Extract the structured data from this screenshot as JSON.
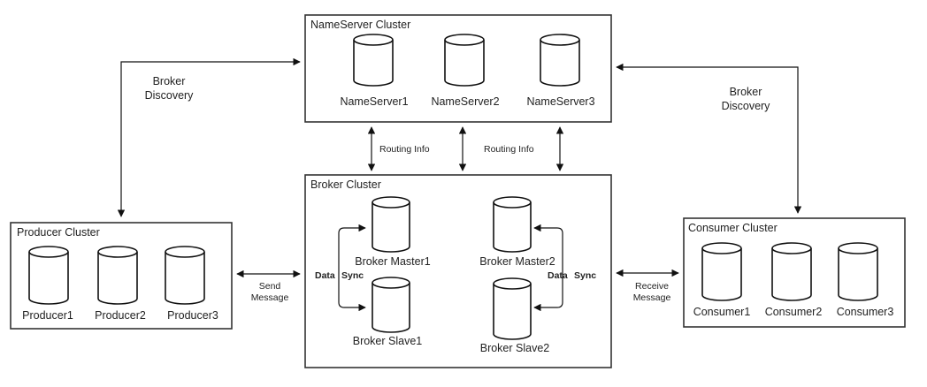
{
  "clusters": {
    "nameserver": {
      "title": "NameServer Cluster",
      "nodes": [
        "NameServer1",
        "NameServer2",
        "NameServer3"
      ]
    },
    "broker": {
      "title": "Broker Cluster",
      "nodes": [
        "Broker Master1",
        "Broker Master2",
        "Broker Slave1",
        "Broker Slave2"
      ]
    },
    "producer": {
      "title": "Producer Cluster",
      "nodes": [
        "Producer1",
        "Producer2",
        "Producer3"
      ]
    },
    "consumer": {
      "title": "Consumer Cluster",
      "nodes": [
        "Consumer1",
        "Consumer2",
        "Consumer3"
      ]
    }
  },
  "edges": {
    "broker_discovery_left": [
      "Broker",
      "Discovery"
    ],
    "broker_discovery_right": [
      "Broker",
      "Discovery"
    ],
    "routing_info_left": "Routing Info",
    "routing_info_right": "Routing Info",
    "send_message": [
      "Send",
      "Message"
    ],
    "receive_message": [
      "Receive",
      "Message"
    ],
    "data_sync_left": [
      "Data",
      "Sync"
    ],
    "data_sync_right": [
      "Data",
      "Sync"
    ]
  }
}
